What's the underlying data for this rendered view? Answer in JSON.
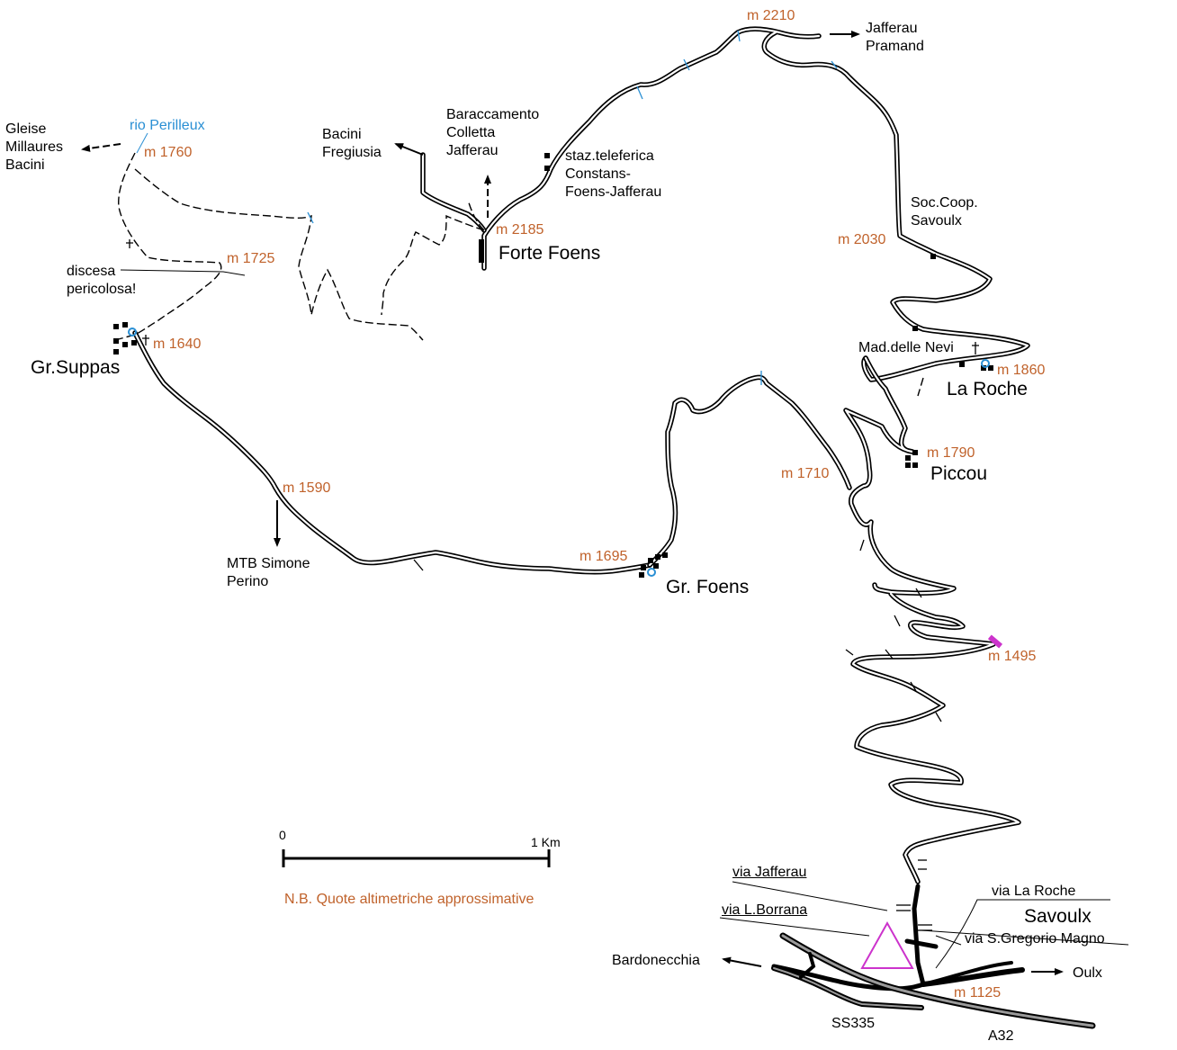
{
  "colors": {
    "altitude": "#c0622b",
    "water": "#2a8fd4",
    "station_marker": "#cc33cc",
    "road": "#000000"
  },
  "icons": {
    "destination_arrow": "arrow-icon",
    "village": "building-icon",
    "fountain": "water-source-icon",
    "shrine": "cross-icon",
    "station": "triangle-icon"
  },
  "places": {
    "gr_suppas": "Gr.Suppas",
    "forte_foens": "Forte Foens",
    "gr_foens": "Gr. Foens",
    "la_roche": "La Roche",
    "piccou": "Piccou",
    "savoulx": "Savoulx",
    "mad_nevi": "Mad.delle Nevi",
    "soc_coop": [
      "Soc.Coop.",
      "Savoulx"
    ],
    "staz_teleferica": [
      "staz.teleferica",
      "Constans-",
      "Foens-Jafferau"
    ],
    "discesa": [
      "discesa",
      "pericolosa!"
    ]
  },
  "water": {
    "rio_perilleux": "rio Perilleux"
  },
  "directions": {
    "gleise": [
      "Gleise",
      "Millaures",
      "Bacini"
    ],
    "bacini_fregiusia": [
      "Bacini",
      "Fregiusia"
    ],
    "baraccamento": [
      "Baraccamento",
      "Colletta",
      "Jafferau"
    ],
    "jafferau_pramand": [
      "Jafferau",
      "Pramand"
    ],
    "mtb": [
      "MTB Simone",
      "Perino"
    ],
    "bardonecchia": "Bardonecchia",
    "oulx": "Oulx"
  },
  "altitudes": {
    "m2210": "m 2210",
    "m2185": "m 2185",
    "m2030": "m 2030",
    "m1860": "m 1860",
    "m1790": "m 1790",
    "m1760": "m 1760",
    "m1725": "m 1725",
    "m1710": "m 1710",
    "m1695": "m 1695",
    "m1640": "m 1640",
    "m1590": "m 1590",
    "m1495": "m 1495",
    "m1125": "m 1125"
  },
  "streets": {
    "via_jafferau": "via Jafferau",
    "via_borrana": "via L.Borrana",
    "via_la_roche": "via La Roche",
    "via_gregorio": "via S.Gregorio Magno"
  },
  "highways": {
    "ss335": "SS335",
    "a32": "A32"
  },
  "scale": {
    "zero": "0",
    "one_km": "1 Km"
  },
  "note": "N.B. Quote altimetriche approssimative"
}
